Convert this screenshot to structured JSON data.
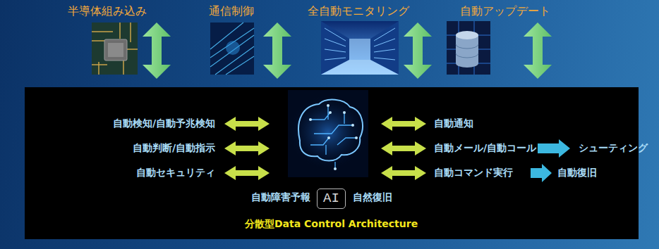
{
  "diagram": {
    "nodes": [
      {
        "text": [
          "分散型Data Control Architecture"
        ]
      },
      {
        "text": [
          "AI"
        ],
        "in": 0
      }
    ],
    "labels": [
      "半導体組み込み",
      "通信制御",
      "全自動モニタリング",
      "自動アップデート",
      "自動検知/自動予兆検知",
      "自動判断/自動指示",
      "自動セキュリティ",
      "自動通知",
      "自動メール/自動コール",
      "シューティング",
      "自動コマンド実行",
      "自動復旧",
      "自動障害予報",
      "自然復旧"
    ]
  }
}
